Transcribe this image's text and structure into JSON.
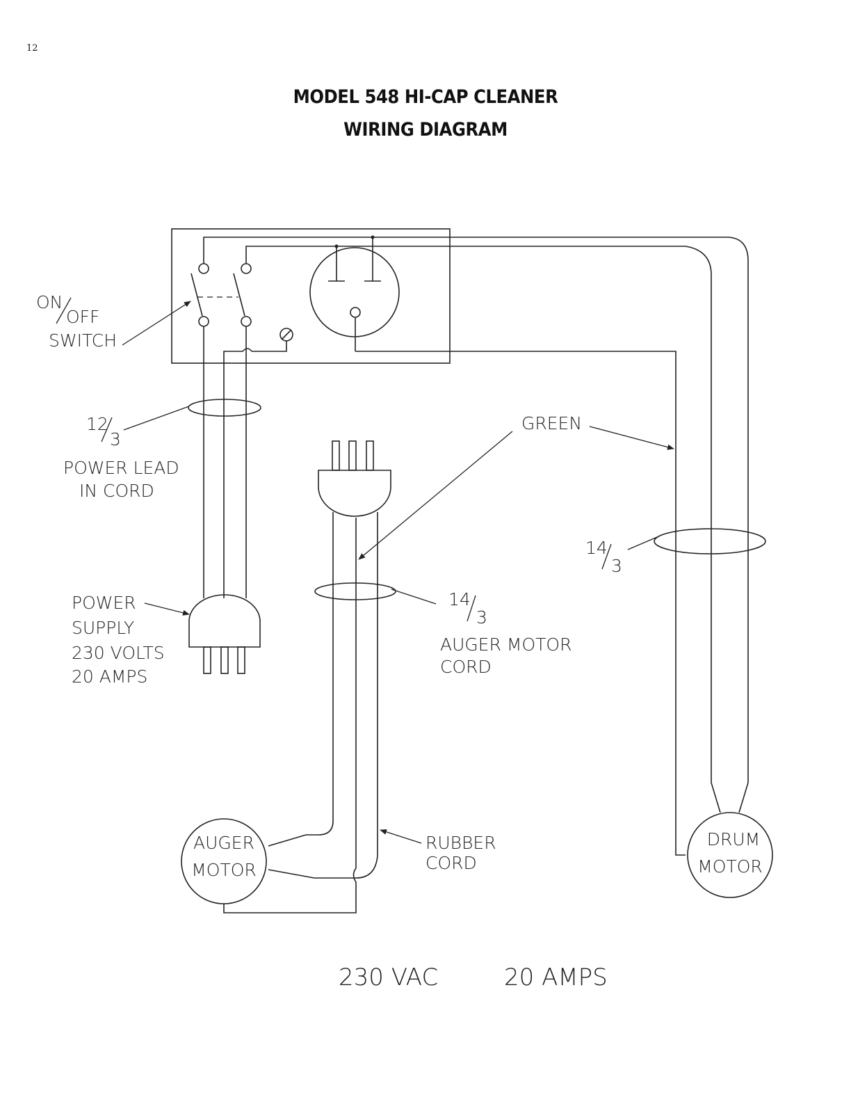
{
  "page_number": "12",
  "title": {
    "line1": "MODEL 548 HI-CAP CLEANER",
    "line2": "WIRING DIAGRAM"
  },
  "labels": {
    "on": "ON",
    "off": "OFF",
    "switch": "SWITCH",
    "power_cord_num": "12",
    "power_cord_den": "3",
    "power_lead_1": "POWER LEAD",
    "power_lead_2": "IN CORD",
    "power_supply_1": "POWER",
    "power_supply_2": "SUPPLY",
    "power_supply_3": "230 VOLTS",
    "power_supply_4": "20 AMPS",
    "green": "GREEN",
    "auger_cord_num": "14",
    "auger_cord_den": "3",
    "auger_cord_1": "AUGER MOTOR",
    "auger_cord_2": "CORD",
    "drum_cord_num": "14",
    "drum_cord_den": "3",
    "rubber_1": "RUBBER",
    "rubber_2": "CORD",
    "auger_motor_1": "AUGER",
    "auger_motor_2": "MOTOR",
    "drum_motor_1": "DRUM",
    "drum_motor_2": "MOTOR"
  },
  "footer": {
    "voltage": "230 VAC",
    "current": "20 AMPS"
  }
}
